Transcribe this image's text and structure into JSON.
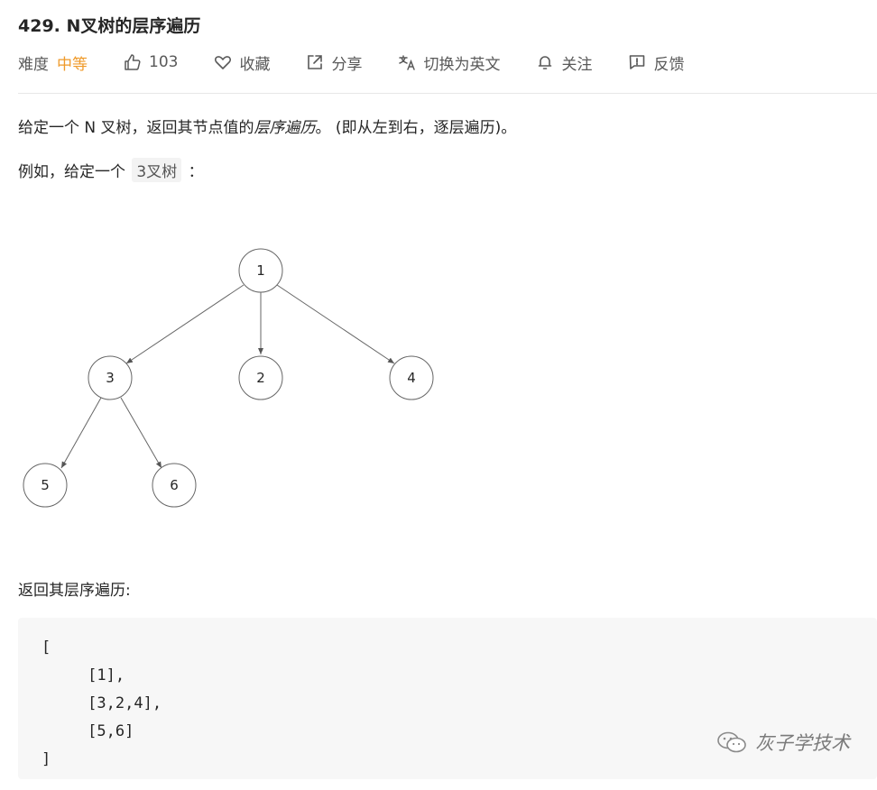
{
  "problem": {
    "title": "429. N叉树的层序遍历",
    "difficulty_label": "难度",
    "difficulty_value": "中等"
  },
  "toolbar": {
    "like_count": "103",
    "favorite_label": "收藏",
    "share_label": "分享",
    "translate_label": "切换为英文",
    "follow_label": "关注",
    "feedback_label": "反馈"
  },
  "description": {
    "intro_prefix": "给定一个 N 叉树，返回其节点值的",
    "intro_emphasis": "层序遍历",
    "intro_suffix": "。 (即从左到右，逐层遍历)。",
    "example_prefix": "例如，给定一个",
    "example_tag": "3叉树",
    "example_suffix": "：",
    "result_label": "返回其层序遍历:"
  },
  "tree": {
    "nodes": [
      {
        "label": "1"
      },
      {
        "label": "3"
      },
      {
        "label": "2"
      },
      {
        "label": "4"
      },
      {
        "label": "5"
      },
      {
        "label": "6"
      }
    ]
  },
  "code": {
    "lines": [
      "[",
      "     [1],",
      "     [3,2,4],",
      "     [5,6]",
      "]"
    ]
  },
  "watermark": {
    "text": "灰子学技术"
  },
  "colors": {
    "difficulty_medium": "#ef9a2a",
    "code_background": "#f7f7f7",
    "divider": "#e8e8e8"
  },
  "icons": [
    "thumbs-up-icon",
    "heart-icon",
    "share-icon",
    "translate-icon",
    "bell-icon",
    "feedback-icon",
    "wechat-icon"
  ]
}
